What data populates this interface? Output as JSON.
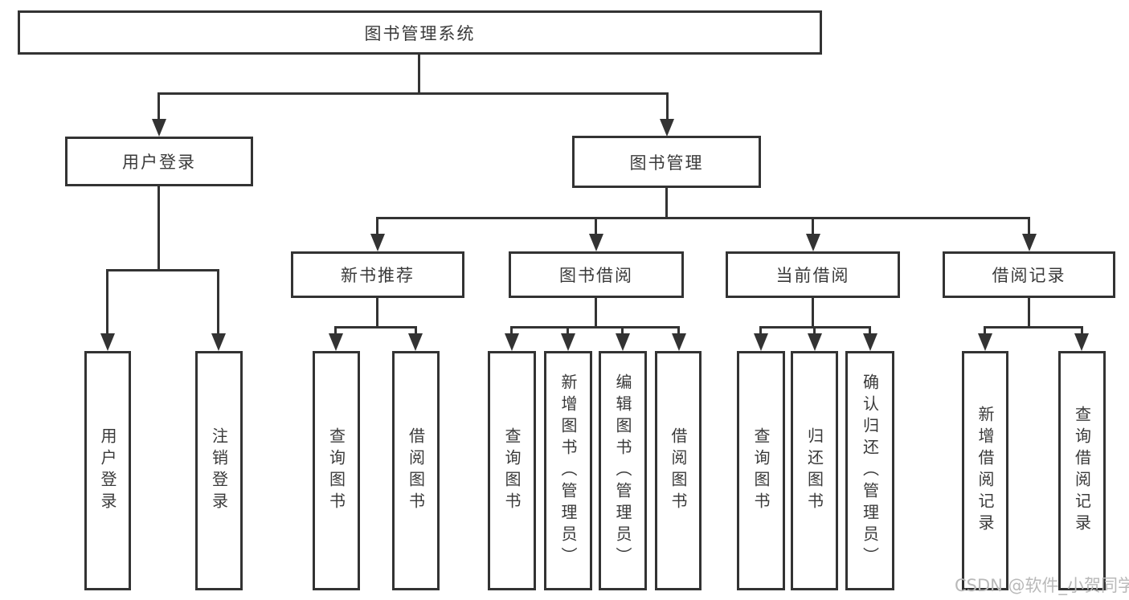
{
  "colors": {
    "line": "#333333",
    "text": "#3a3a3a",
    "background": "#ffffff",
    "watermark": "#b9b9b9"
  },
  "watermark": {
    "text": "CSDN @软件_小贺同学"
  },
  "diagram": {
    "root": {
      "label": "图书管理系统"
    },
    "branches": [
      {
        "label": "用户登录",
        "leaves": [
          {
            "label": "用户登录"
          },
          {
            "label": "注销登录"
          }
        ]
      },
      {
        "label": "图书管理",
        "children": [
          {
            "label": "新书推荐",
            "leaves": [
              {
                "label": "查询图书"
              },
              {
                "label": "借阅图书"
              }
            ]
          },
          {
            "label": "图书借阅",
            "leaves": [
              {
                "label": "查询图书"
              },
              {
                "label": "新增图书（管理员）"
              },
              {
                "label": "编辑图书（管理员）"
              },
              {
                "label": "借阅图书"
              }
            ]
          },
          {
            "label": "当前借阅",
            "leaves": [
              {
                "label": "查询图书"
              },
              {
                "label": "归还图书"
              },
              {
                "label": "确认归还（管理员）"
              }
            ]
          },
          {
            "label": "借阅记录",
            "leaves": [
              {
                "label": "新增借阅记录"
              },
              {
                "label": "查询借阅记录"
              }
            ]
          }
        ]
      }
    ]
  }
}
